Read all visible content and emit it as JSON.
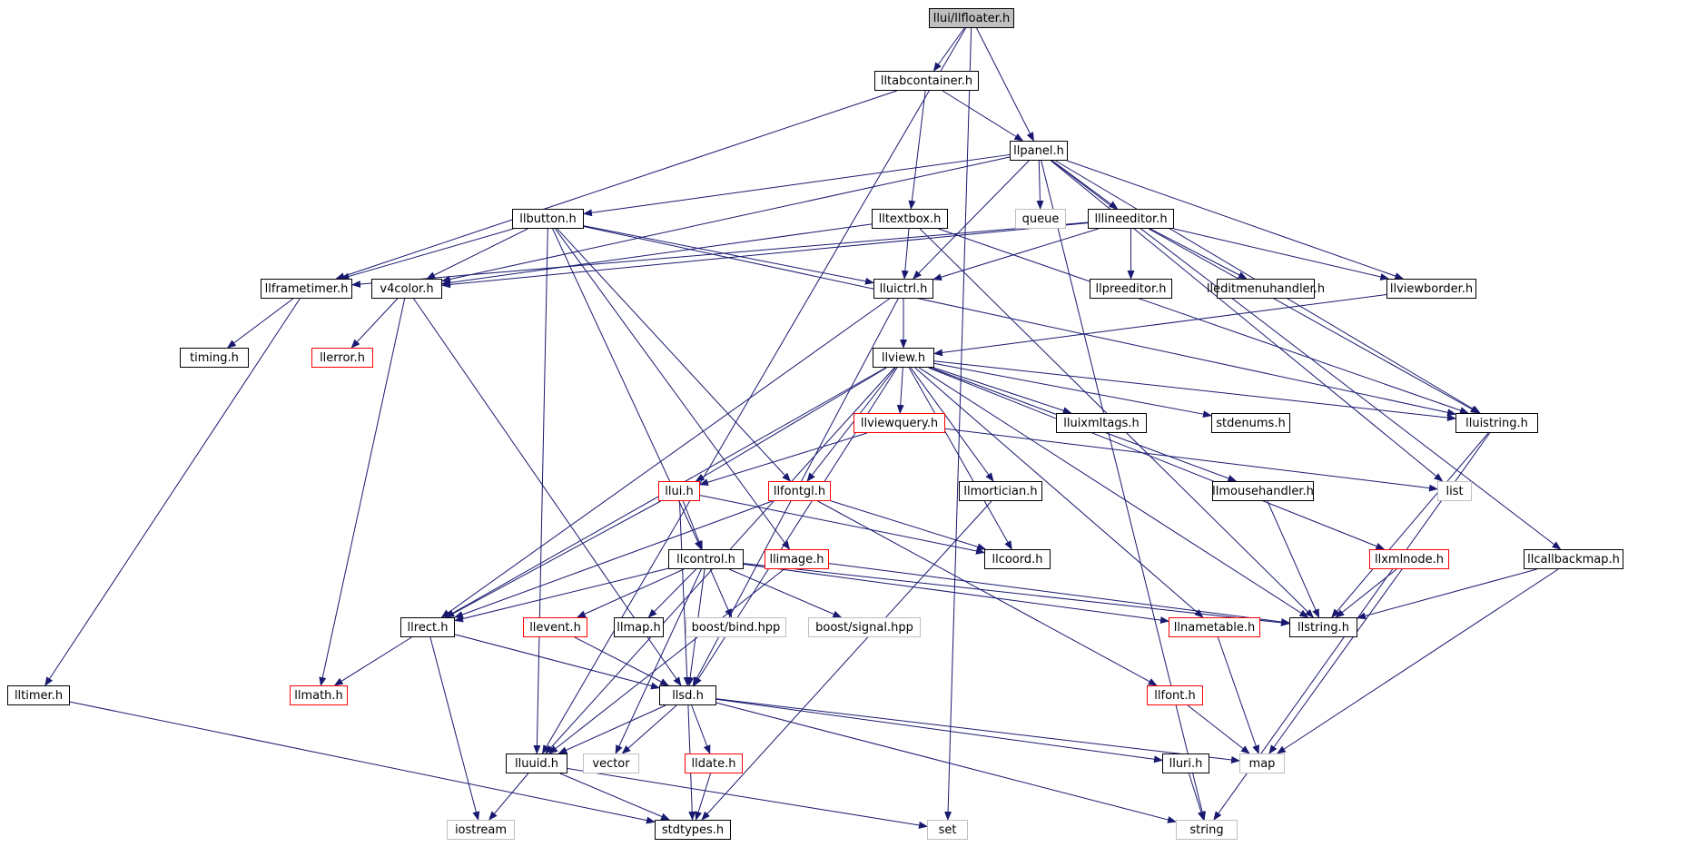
{
  "diagram": {
    "colors": {
      "edge": "#191970",
      "node_border": "#000000",
      "linked_red_border": "#ff0000",
      "external_border": "#bfbfbf",
      "root_fill": "#bfbfbf",
      "background": "#ffffff"
    },
    "nodes": [
      {
        "id": "root",
        "label": "llui/llfloater.h",
        "style": "root"
      },
      {
        "id": "tabcontainer",
        "label": "lltabcontainer.h",
        "style": "plain"
      },
      {
        "id": "panel",
        "label": "llpanel.h",
        "style": "plain"
      },
      {
        "id": "button",
        "label": "llbutton.h",
        "style": "plain"
      },
      {
        "id": "textbox",
        "label": "lltextbox.h",
        "style": "plain"
      },
      {
        "id": "queue",
        "label": "queue",
        "style": "grey"
      },
      {
        "id": "lineeditor",
        "label": "lllineeditor.h",
        "style": "plain"
      },
      {
        "id": "frametimer",
        "label": "llframetimer.h",
        "style": "plain"
      },
      {
        "id": "v4color",
        "label": "v4color.h",
        "style": "plain"
      },
      {
        "id": "uictrl",
        "label": "lluictrl.h",
        "style": "plain"
      },
      {
        "id": "preeditor",
        "label": "llpreeditor.h",
        "style": "plain"
      },
      {
        "id": "editmenuhandler",
        "label": "lleditmenuhandler.h",
        "style": "plain"
      },
      {
        "id": "viewborder",
        "label": "llviewborder.h",
        "style": "plain"
      },
      {
        "id": "timing",
        "label": "timing.h",
        "style": "plain"
      },
      {
        "id": "error",
        "label": "llerror.h",
        "style": "red"
      },
      {
        "id": "view",
        "label": "llview.h",
        "style": "plain"
      },
      {
        "id": "viewquery",
        "label": "llviewquery.h",
        "style": "red"
      },
      {
        "id": "uixmltags",
        "label": "lluixmltags.h",
        "style": "plain"
      },
      {
        "id": "stdenums",
        "label": "stdenums.h",
        "style": "plain"
      },
      {
        "id": "uistring",
        "label": "lluistring.h",
        "style": "plain"
      },
      {
        "id": "ui",
        "label": "llui.h",
        "style": "red"
      },
      {
        "id": "fontgl",
        "label": "llfontgl.h",
        "style": "red"
      },
      {
        "id": "mortician",
        "label": "llmortician.h",
        "style": "plain"
      },
      {
        "id": "mousehandler",
        "label": "llmousehandler.h",
        "style": "plain"
      },
      {
        "id": "list",
        "label": "list",
        "style": "grey"
      },
      {
        "id": "control",
        "label": "llcontrol.h",
        "style": "plain"
      },
      {
        "id": "image",
        "label": "llimage.h",
        "style": "red"
      },
      {
        "id": "coord",
        "label": "llcoord.h",
        "style": "plain"
      },
      {
        "id": "xmlnode",
        "label": "llxmlnode.h",
        "style": "red"
      },
      {
        "id": "callbackmap",
        "label": "llcallbackmap.h",
        "style": "plain"
      },
      {
        "id": "rect",
        "label": "llrect.h",
        "style": "plain"
      },
      {
        "id": "event",
        "label": "llevent.h",
        "style": "red"
      },
      {
        "id": "map_h",
        "label": "llmap.h",
        "style": "plain"
      },
      {
        "id": "boostbind",
        "label": "boost/bind.hpp",
        "style": "grey"
      },
      {
        "id": "boostsignal",
        "label": "boost/signal.hpp",
        "style": "grey"
      },
      {
        "id": "nametable",
        "label": "llnametable.h",
        "style": "red"
      },
      {
        "id": "string_h",
        "label": "llstring.h",
        "style": "plain"
      },
      {
        "id": "timer",
        "label": "lltimer.h",
        "style": "plain"
      },
      {
        "id": "math",
        "label": "llmath.h",
        "style": "red"
      },
      {
        "id": "sd",
        "label": "llsd.h",
        "style": "plain"
      },
      {
        "id": "font",
        "label": "llfont.h",
        "style": "red"
      },
      {
        "id": "uuid",
        "label": "lluuid.h",
        "style": "plain"
      },
      {
        "id": "vector",
        "label": "vector",
        "style": "grey"
      },
      {
        "id": "date",
        "label": "lldate.h",
        "style": "red"
      },
      {
        "id": "uri",
        "label": "lluri.h",
        "style": "plain"
      },
      {
        "id": "map",
        "label": "map",
        "style": "grey"
      },
      {
        "id": "iostream",
        "label": "iostream",
        "style": "grey"
      },
      {
        "id": "stdtypes",
        "label": "stdtypes.h",
        "style": "plain"
      },
      {
        "id": "set",
        "label": "set",
        "style": "grey"
      },
      {
        "id": "string",
        "label": "string",
        "style": "grey"
      }
    ],
    "edges": [
      [
        "root",
        "tabcontainer"
      ],
      [
        "root",
        "panel"
      ],
      [
        "root",
        "uuid"
      ],
      [
        "root",
        "set"
      ],
      [
        "tabcontainer",
        "panel"
      ],
      [
        "tabcontainer",
        "textbox"
      ],
      [
        "tabcontainer",
        "frametimer"
      ],
      [
        "panel",
        "button"
      ],
      [
        "panel",
        "queue"
      ],
      [
        "panel",
        "lineeditor"
      ],
      [
        "panel",
        "uictrl"
      ],
      [
        "panel",
        "v4color"
      ],
      [
        "panel",
        "viewborder"
      ],
      [
        "panel",
        "uistring"
      ],
      [
        "panel",
        "list"
      ],
      [
        "panel",
        "callbackmap"
      ],
      [
        "panel",
        "string"
      ],
      [
        "button",
        "frametimer"
      ],
      [
        "button",
        "v4color"
      ],
      [
        "button",
        "uictrl"
      ],
      [
        "button",
        "fontgl"
      ],
      [
        "button",
        "image"
      ],
      [
        "button",
        "control"
      ],
      [
        "button",
        "uuid"
      ],
      [
        "button",
        "uistring"
      ],
      [
        "textbox",
        "v4color"
      ],
      [
        "textbox",
        "uictrl"
      ],
      [
        "textbox",
        "uistring"
      ],
      [
        "textbox",
        "string_h"
      ],
      [
        "lineeditor",
        "uictrl"
      ],
      [
        "lineeditor",
        "preeditor"
      ],
      [
        "lineeditor",
        "editmenuhandler"
      ],
      [
        "lineeditor",
        "viewborder"
      ],
      [
        "lineeditor",
        "frametimer"
      ],
      [
        "lineeditor",
        "v4color"
      ],
      [
        "lineeditor",
        "uistring"
      ],
      [
        "frametimer",
        "timing"
      ],
      [
        "frametimer",
        "timer"
      ],
      [
        "v4color",
        "error"
      ],
      [
        "v4color",
        "math"
      ],
      [
        "v4color",
        "sd"
      ],
      [
        "uictrl",
        "view"
      ],
      [
        "uictrl",
        "rect"
      ],
      [
        "uictrl",
        "sd"
      ],
      [
        "viewborder",
        "view"
      ],
      [
        "view",
        "viewquery"
      ],
      [
        "view",
        "uixmltags"
      ],
      [
        "view",
        "stdenums"
      ],
      [
        "view",
        "uistring"
      ],
      [
        "view",
        "ui"
      ],
      [
        "view",
        "fontgl"
      ],
      [
        "view",
        "mortician"
      ],
      [
        "view",
        "mousehandler"
      ],
      [
        "view",
        "xmlnode"
      ],
      [
        "view",
        "nametable"
      ],
      [
        "view",
        "string_h"
      ],
      [
        "view",
        "coord"
      ],
      [
        "view",
        "rect"
      ],
      [
        "view",
        "sd"
      ],
      [
        "view",
        "uuid"
      ],
      [
        "viewquery",
        "ui"
      ],
      [
        "viewquery",
        "list"
      ],
      [
        "ui",
        "control"
      ],
      [
        "ui",
        "rect"
      ],
      [
        "ui",
        "coord"
      ],
      [
        "ui",
        "sd"
      ],
      [
        "fontgl",
        "coord"
      ],
      [
        "fontgl",
        "rect"
      ],
      [
        "fontgl",
        "font"
      ],
      [
        "control",
        "rect"
      ],
      [
        "control",
        "event"
      ],
      [
        "control",
        "map_h"
      ],
      [
        "control",
        "boostbind"
      ],
      [
        "control",
        "boostsignal"
      ],
      [
        "control",
        "string_h"
      ],
      [
        "control",
        "nametable"
      ],
      [
        "control",
        "vector"
      ],
      [
        "control",
        "sd"
      ],
      [
        "image",
        "string_h"
      ],
      [
        "image",
        "uuid"
      ],
      [
        "mortician",
        "stdtypes"
      ],
      [
        "mousehandler",
        "string_h"
      ],
      [
        "xmlnode",
        "string_h"
      ],
      [
        "xmlnode",
        "map"
      ],
      [
        "callbackmap",
        "string_h"
      ],
      [
        "callbackmap",
        "map"
      ],
      [
        "rect",
        "math"
      ],
      [
        "rect",
        "sd"
      ],
      [
        "rect",
        "iostream"
      ],
      [
        "event",
        "sd"
      ],
      [
        "nametable",
        "map"
      ],
      [
        "uistring",
        "string_h"
      ],
      [
        "uistring",
        "string"
      ],
      [
        "timer",
        "stdtypes"
      ],
      [
        "sd",
        "uuid"
      ],
      [
        "sd",
        "vector"
      ],
      [
        "sd",
        "date"
      ],
      [
        "sd",
        "uri"
      ],
      [
        "sd",
        "map"
      ],
      [
        "sd",
        "string"
      ],
      [
        "sd",
        "stdtypes"
      ],
      [
        "font",
        "map"
      ],
      [
        "uuid",
        "iostream"
      ],
      [
        "uuid",
        "stdtypes"
      ],
      [
        "uuid",
        "set"
      ],
      [
        "date",
        "stdtypes"
      ],
      [
        "uri",
        "string"
      ]
    ]
  }
}
